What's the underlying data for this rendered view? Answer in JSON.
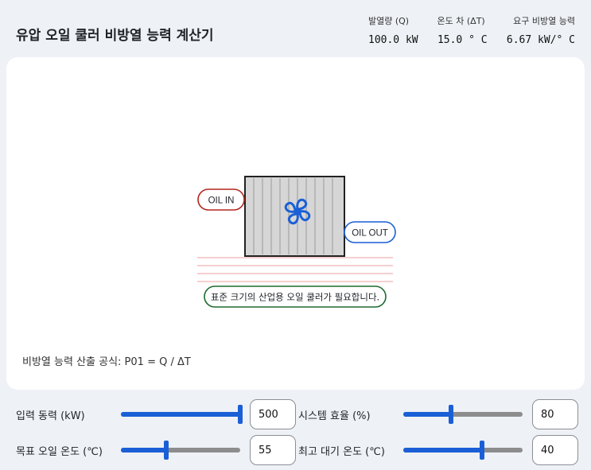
{
  "header": {
    "title": "유압 오일 쿨러 비방열 능력 계산기",
    "stats": [
      {
        "label": "발열량 (Q)",
        "value": "100.0 kW"
      },
      {
        "label": "온도 차 (ΔT)",
        "value": "15.0 ° C"
      },
      {
        "label": "요구 비방열 능력",
        "value": "6.67 kW/° C"
      }
    ]
  },
  "diagram": {
    "oil_in_label": "OIL IN",
    "oil_out_label": "OIL OUT",
    "message": "표준 크기의 산업용 오일 쿨러가 필요합니다.",
    "colors": {
      "inlet": "#b3261e",
      "outlet": "#1a5fd6",
      "message": "#1e6b2e",
      "fan": "#1a5fd6"
    }
  },
  "formula": "비방열 능력 산출 공식: P01 = Q / ΔT",
  "controls": [
    {
      "label": "입력 동력 (kW)",
      "value": "500",
      "fraction": 1.0
    },
    {
      "label": "시스템 효율 (%)",
      "value": "80",
      "fraction": 0.4
    },
    {
      "label": "목표 오일 온도 (℃)",
      "value": "55",
      "fraction": 0.38
    },
    {
      "label": "최고 대기 온도 (℃)",
      "value": "40",
      "fraction": 0.66
    }
  ]
}
